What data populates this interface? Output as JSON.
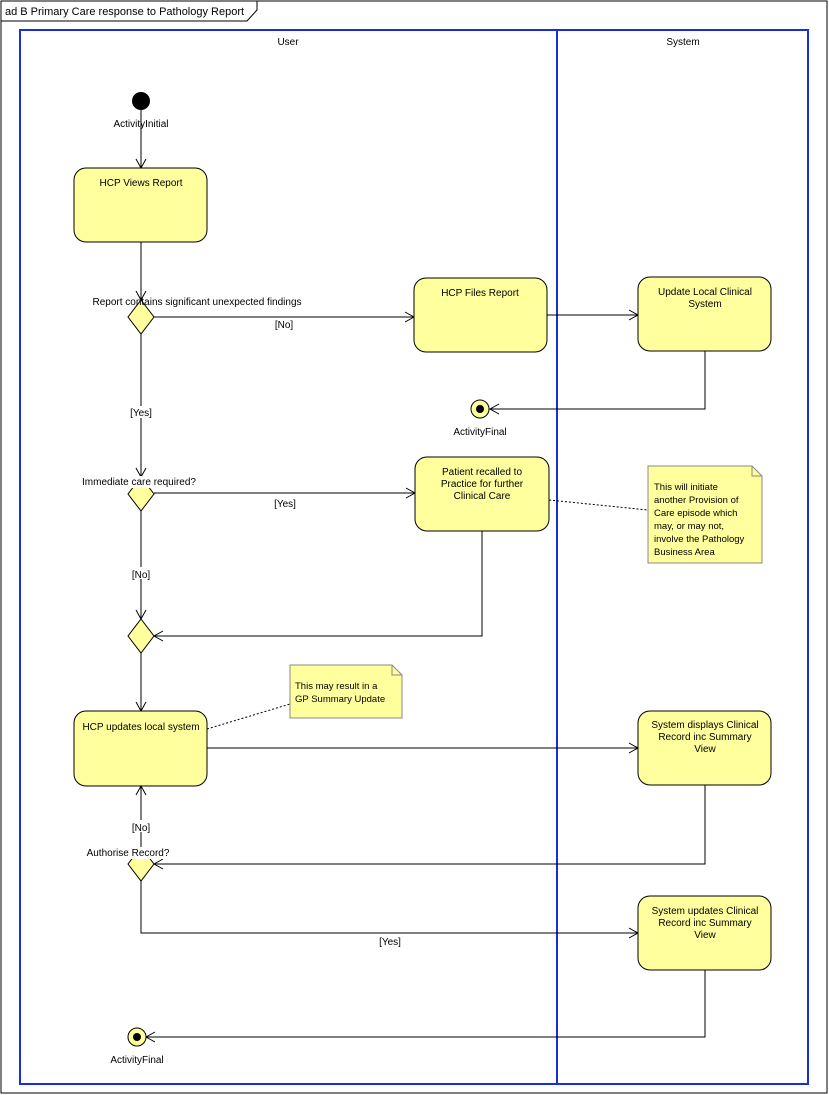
{
  "frame": {
    "title": "ad B Primary Care response to Pathology Report"
  },
  "lanes": {
    "user": "User",
    "system": "System"
  },
  "nodes": {
    "initial_label": "ActivityInitial",
    "final_1_label": "ActivityFinal",
    "final_2_label": "ActivityFinal",
    "hcp_views_report": "HCP Views Report",
    "hcp_files_report": "HCP Files Report",
    "update_local_system": [
      "Update Local Clinical",
      "System"
    ],
    "patient_recalled": [
      "Patient recalled to",
      "Practice for further",
      "Clinical Care"
    ],
    "hcp_updates_local": "HCP updates local system",
    "system_displays": [
      "System displays Clinical",
      "Record inc Summary",
      "View"
    ],
    "system_updates": [
      "System updates Clinical",
      "Record inc Summary",
      "View"
    ]
  },
  "decisions": {
    "d1": "Report contains significant unexpected findings",
    "d2": "Immediate care required?",
    "d4": "Authorise Record?"
  },
  "guards": {
    "d1_no": "[No]",
    "d1_yes": "[Yes]",
    "d2_yes": "[Yes]",
    "d2_no": "[No]",
    "d4_no": "[No]",
    "d4_yes": "[Yes]"
  },
  "notes": {
    "note1": [
      "This will initiate",
      "another Provision of",
      "Care episode which",
      "may, or may not,",
      "involve the Pathology",
      "Business Area"
    ],
    "note2": [
      "This may result in a",
      "GP Summary Update"
    ]
  }
}
